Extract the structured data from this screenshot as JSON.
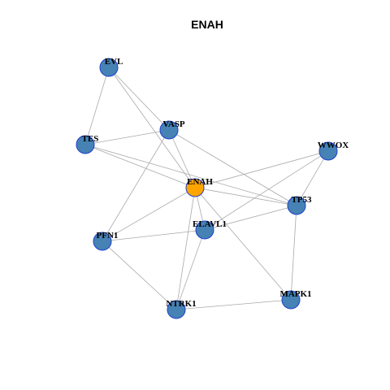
{
  "title": "ENAH",
  "colors": {
    "default_node": "#4682b4",
    "highlight_node": "#ffa500",
    "node_border": "#1f3fcf",
    "edge": "#a9a9a9"
  },
  "nodes": [
    {
      "id": "EVL",
      "label": "EVL"
    },
    {
      "id": "VASP",
      "label": "VASP"
    },
    {
      "id": "TES",
      "label": "TES"
    },
    {
      "id": "WWOX",
      "label": "WWOX"
    },
    {
      "id": "ENAH",
      "label": "ENAH",
      "highlight": true
    },
    {
      "id": "TP53",
      "label": "TP53"
    },
    {
      "id": "ELAVL1",
      "label": "ELAVL1"
    },
    {
      "id": "PFN1",
      "label": "PFN1"
    },
    {
      "id": "MAPK1",
      "label": "MAPK1"
    },
    {
      "id": "NTRK1",
      "label": "NTRK1"
    }
  ],
  "edges": [
    [
      "EVL",
      "TES"
    ],
    [
      "EVL",
      "VASP"
    ],
    [
      "EVL",
      "ENAH"
    ],
    [
      "TES",
      "VASP"
    ],
    [
      "TES",
      "ENAH"
    ],
    [
      "TES",
      "TP53"
    ],
    [
      "VASP",
      "ENAH"
    ],
    [
      "VASP",
      "TP53"
    ],
    [
      "VASP",
      "PFN1"
    ],
    [
      "ENAH",
      "WWOX"
    ],
    [
      "ENAH",
      "TP53"
    ],
    [
      "ENAH",
      "PFN1"
    ],
    [
      "ENAH",
      "ELAVL1"
    ],
    [
      "ENAH",
      "NTRK1"
    ],
    [
      "ENAH",
      "MAPK1"
    ],
    [
      "WWOX",
      "TP53"
    ],
    [
      "WWOX",
      "ELAVL1"
    ],
    [
      "TP53",
      "ELAVL1"
    ],
    [
      "TP53",
      "MAPK1"
    ],
    [
      "ELAVL1",
      "PFN1"
    ],
    [
      "ELAVL1",
      "NTRK1"
    ],
    [
      "PFN1",
      "NTRK1"
    ],
    [
      "NTRK1",
      "MAPK1"
    ]
  ]
}
